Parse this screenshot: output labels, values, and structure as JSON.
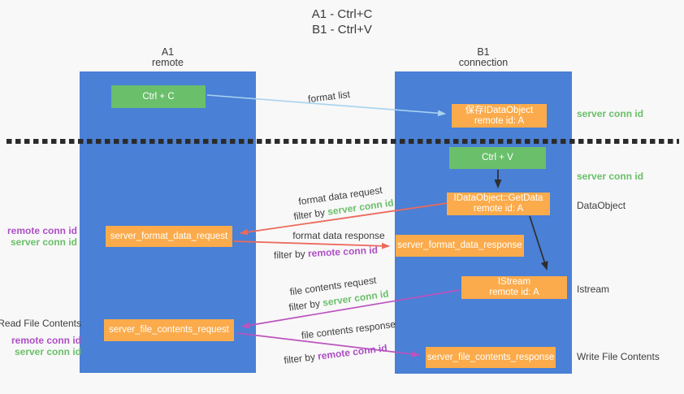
{
  "title": {
    "line1": "A1 - Ctrl+C",
    "line2": "B1 - Ctrl+V"
  },
  "lanes": {
    "a": {
      "name": "A1",
      "subtitle": "remote"
    },
    "b": {
      "name": "B1",
      "subtitle": "connection"
    }
  },
  "nodes": {
    "ctrl_c": {
      "label": "Ctrl + C"
    },
    "ctrl_v": {
      "label": "Ctrl + V"
    },
    "save_idataobject": {
      "line1": "保存IDataObject",
      "line2": "remote id: A"
    },
    "getdata": {
      "line1": "IDataObject::GetData",
      "line2": "remote id: A"
    },
    "istream": {
      "line1": "IStream",
      "line2": "remote id: A"
    },
    "server_format_data_request": {
      "label": "server_format_data_request"
    },
    "server_format_data_response": {
      "label": "server_format_data_response"
    },
    "server_file_contents_request": {
      "label": "server_file_contents_request"
    },
    "server_file_contents_response": {
      "label": "server_file_contents_response"
    }
  },
  "edge_labels": {
    "format_list": "format list",
    "format_data_request": "format data request",
    "format_data_response": "format data response",
    "file_contents_request": "file contents request",
    "file_contents_response": "file contents response",
    "filter_by": "filter by",
    "server_conn_id": "server conn id",
    "remote_conn_id": "remote conn id"
  },
  "side_labels": {
    "left_format": {
      "remote": "remote conn id",
      "server": "server conn id"
    },
    "left_file": {
      "title": "Read File Contents",
      "remote": "remote conn id",
      "server": "server conn id"
    },
    "right": {
      "server_conn_top": "server conn id",
      "server_conn_mid": "server conn id",
      "dataobject": "DataObject",
      "istream": "Istream",
      "write_file": "Write File Contents"
    }
  },
  "colors": {
    "background": "#f8f8f8",
    "lane_blue": "#4a80d5",
    "node_orange": "#fbab4b",
    "node_green": "#6abf6b",
    "accent_green": "#6abf69",
    "accent_purple": "#ad4fc4",
    "arrow_salmon": "#ec6a5c",
    "arrow_magenta": "#bc53be",
    "arrow_lightblue": "#a8d2f0",
    "arrow_black": "#2e2e2e",
    "divider_black": "#2b2b2b",
    "text_dark": "#3d3d3d"
  }
}
